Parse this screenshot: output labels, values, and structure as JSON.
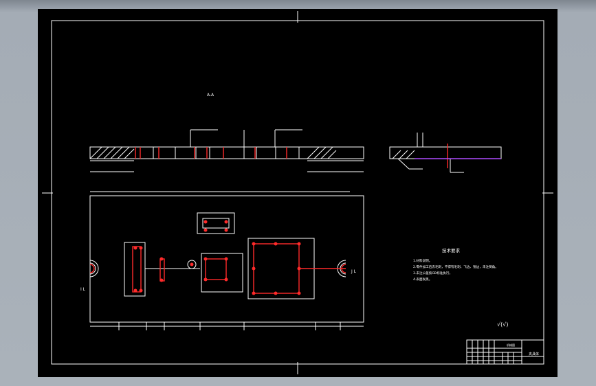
{
  "sheet": {
    "section_label": "A-A",
    "colors": {
      "background": "#000000",
      "line": "#ffffff",
      "highlight": "#ff2a2a",
      "accent": "#b04cff",
      "viewport": "#a4acb5"
    }
  },
  "technical_requirements": {
    "title": "技术要求",
    "lines": [
      "1.材料说明。",
      "2.零件加工后去毛刺，不得有毛刺、飞边、锐边，未注倒角。",
      "3.未注公差按GB标准执行。",
      "4.表面发黑。"
    ]
  },
  "roughness_mark": "√(√)",
  "annotations": {
    "side_left": "I L",
    "side_right": "J L"
  },
  "title_block": {
    "name_cell": "夹具体",
    "title_cell": "机械图"
  }
}
